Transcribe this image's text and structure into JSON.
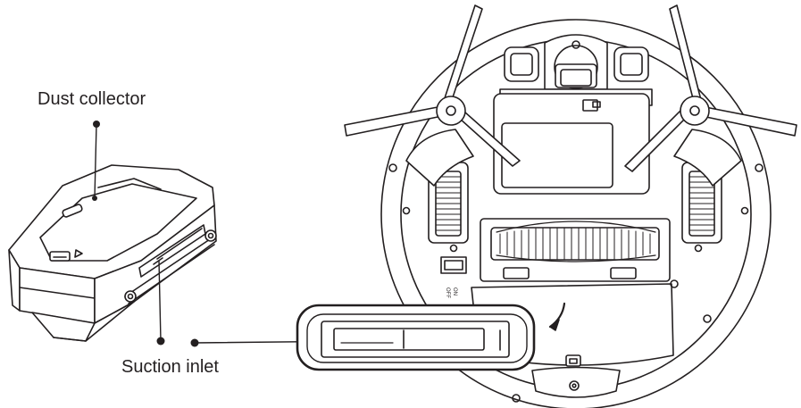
{
  "labels": {
    "dust_collector": "Dust collector",
    "suction_inlet": "Suction inlet",
    "switch_on": "ON",
    "switch_off": "OFF"
  },
  "colors": {
    "line": "#231f20",
    "background": "#ffffff"
  }
}
